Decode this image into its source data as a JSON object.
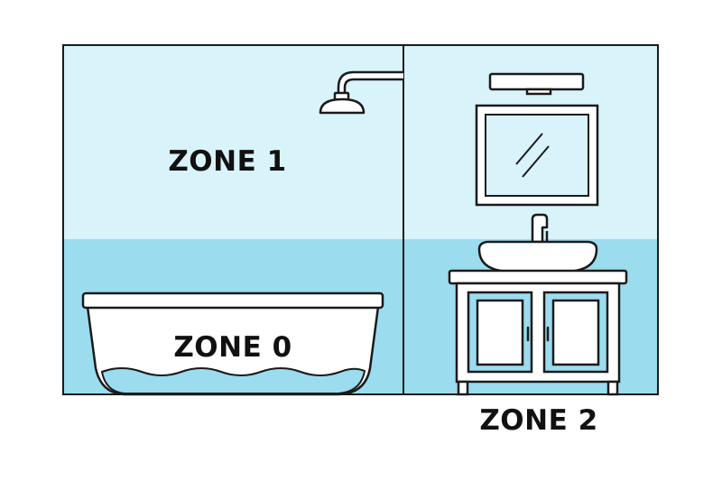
{
  "labels": {
    "zone1": "ZONE 1",
    "zone0": "ZONE 0",
    "zone2": "ZONE 2"
  },
  "colors": {
    "light_blue": "#d8f3fa",
    "mid_blue": "#9bdcef",
    "outline": "#1a1a1a",
    "white": "#ffffff"
  },
  "icons": [
    "shower-head-icon",
    "bathtub-icon",
    "water-icon",
    "light-bar-icon",
    "mirror-icon",
    "faucet-icon",
    "basin-icon",
    "vanity-cabinet-icon"
  ]
}
